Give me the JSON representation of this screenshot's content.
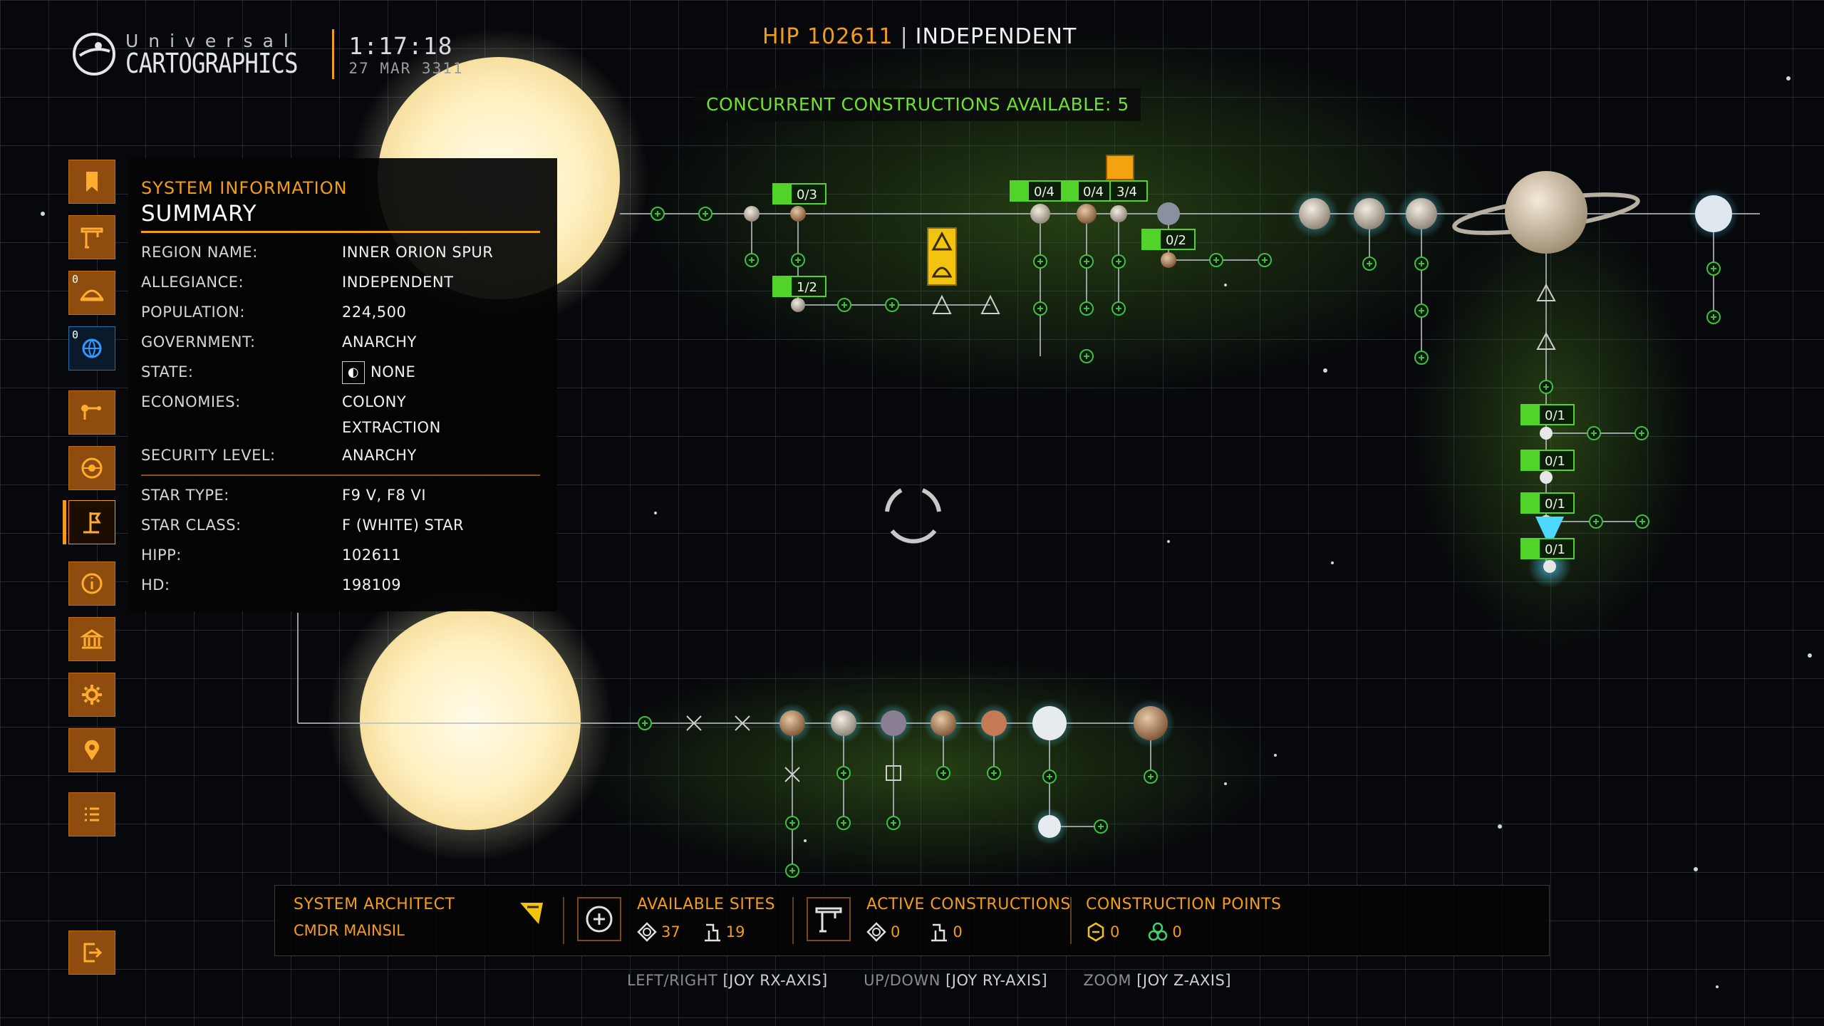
{
  "brand": {
    "top": "Universal",
    "bottom": "CARTOGRAPHICS",
    "time": "1:17:18",
    "date": "27 MAR 3311"
  },
  "header": {
    "system": "HIP 102611",
    "separator": "|",
    "allegiance": "INDEPENDENT"
  },
  "concurrent": "CONCURRENT CONSTRUCTIONS AVAILABLE: 5",
  "sidebar": {
    "badges": [
      "0",
      "0"
    ]
  },
  "info": {
    "category": "SYSTEM INFORMATION",
    "heading": "SUMMARY",
    "rows": [
      {
        "key": "REGION NAME:",
        "value": "INNER ORION SPUR"
      },
      {
        "key": "ALLEGIANCE:",
        "value": "INDEPENDENT"
      },
      {
        "key": "POPULATION:",
        "value": "224,500"
      },
      {
        "key": "GOVERNMENT:",
        "value": "ANARCHY"
      },
      {
        "key": "STATE:",
        "value": "NONE"
      },
      {
        "key": "ECONOMIES:",
        "value": "COLONY",
        "value2": "EXTRACTION"
      },
      {
        "key": "SECURITY LEVEL:",
        "value": "ANARCHY"
      },
      {
        "key": "STAR TYPE:",
        "value": "F9 V, F8 VI"
      },
      {
        "key": "STAR CLASS:",
        "value": "F (WHITE) STAR"
      },
      {
        "key": "HIPP:",
        "value": "102611"
      },
      {
        "key": "HD:",
        "value": "198109"
      }
    ]
  },
  "slots": [
    "0/3",
    "1/2",
    "0/4",
    "0/4",
    "3/4",
    "0/2",
    "0/1",
    "0/1",
    "0/1",
    "0/1"
  ],
  "bottom": {
    "architect_label": "SYSTEM ARCHITECT",
    "architect_name": "CMDR MAINSIL",
    "available_label": "AVAILABLE SITES",
    "available_orbital": "37",
    "available_surface": "19",
    "active_label": "ACTIVE CONSTRUCTIONS",
    "active_orbital": "0",
    "active_surface": "0",
    "points_label": "CONSTRUCTION POINTS",
    "points_tier2": "0",
    "points_tier3": "0"
  },
  "controls": {
    "lr": "LEFT/RIGHT",
    "lr_key": "[JOY RX-AXIS]",
    "ud": "UP/DOWN",
    "ud_key": "[JOY RY-AXIS]",
    "zoom": "ZOOM",
    "zoom_key": "[JOY Z-AXIS]"
  },
  "colors": {
    "accent": "#f39c18",
    "green": "#6fe12b",
    "panel": "#050505"
  }
}
